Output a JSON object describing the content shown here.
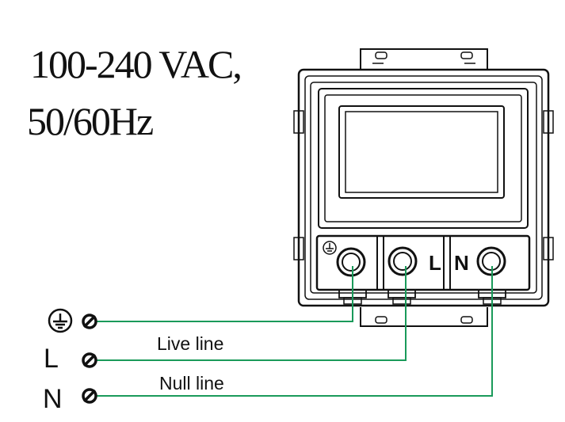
{
  "spec": {
    "voltage": "100-240 VAC,",
    "frequency": "50/60Hz"
  },
  "device": {
    "terminal_labels": [
      "L",
      "N"
    ]
  },
  "wiring": {
    "terminals": [
      "L",
      "N"
    ],
    "wire_labels": [
      "Live line",
      "Null line"
    ],
    "wire_color": "#1a9a5a"
  }
}
